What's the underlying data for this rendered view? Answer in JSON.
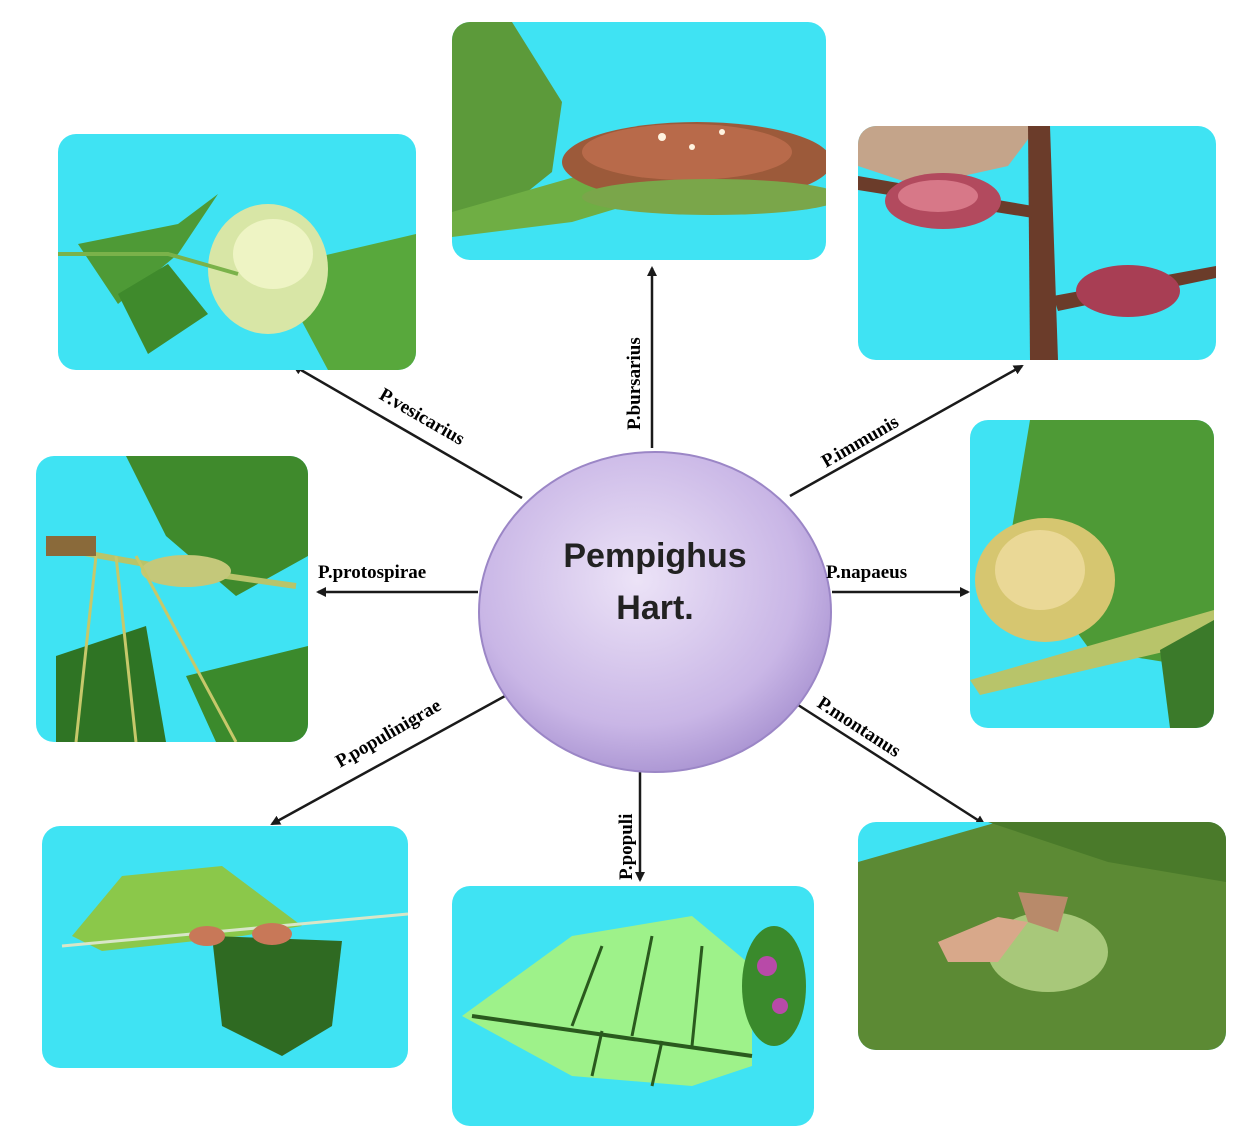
{
  "center": {
    "line1": "Pempighus",
    "line2": "Hart."
  },
  "species": {
    "bursarius": "P.bursarius",
    "vesicarius": "P.vesicarius",
    "immunis": "P.immunis",
    "protospirae": "P.protospirae",
    "napaeus": "P.napaeus",
    "populinigrae": "P.populinigrae",
    "populi": "P.populi",
    "montanus": "P.montanus"
  },
  "colors": {
    "panel_background": "#3fe3f3",
    "center_fill": "#c9b6e6",
    "arrow": "#1a1a1a"
  }
}
